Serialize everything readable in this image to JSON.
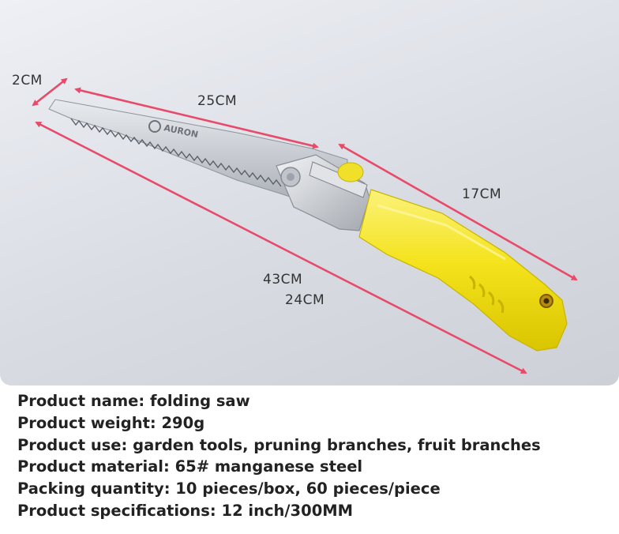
{
  "photo": {
    "dimensions": {
      "width_small": "2CM",
      "blade_length": "25CM",
      "handle_length": "17CM",
      "total_open": "43CM",
      "total_folded": "24CM"
    },
    "brand_mark": "AURON",
    "colors": {
      "arrow": "#e84a6a",
      "handle": "#f5e622",
      "blade": "#c8ccd2",
      "background": "#dcdfe6"
    }
  },
  "specs": [
    "Product name: folding saw",
    "Product weight: 290g",
    "Product use: garden tools, pruning branches, fruit branches",
    "Product material: 65# manganese steel",
    "Packing quantity: 10 pieces/box, 60 pieces/piece",
    "Product specifications: 12 inch/300MM"
  ]
}
